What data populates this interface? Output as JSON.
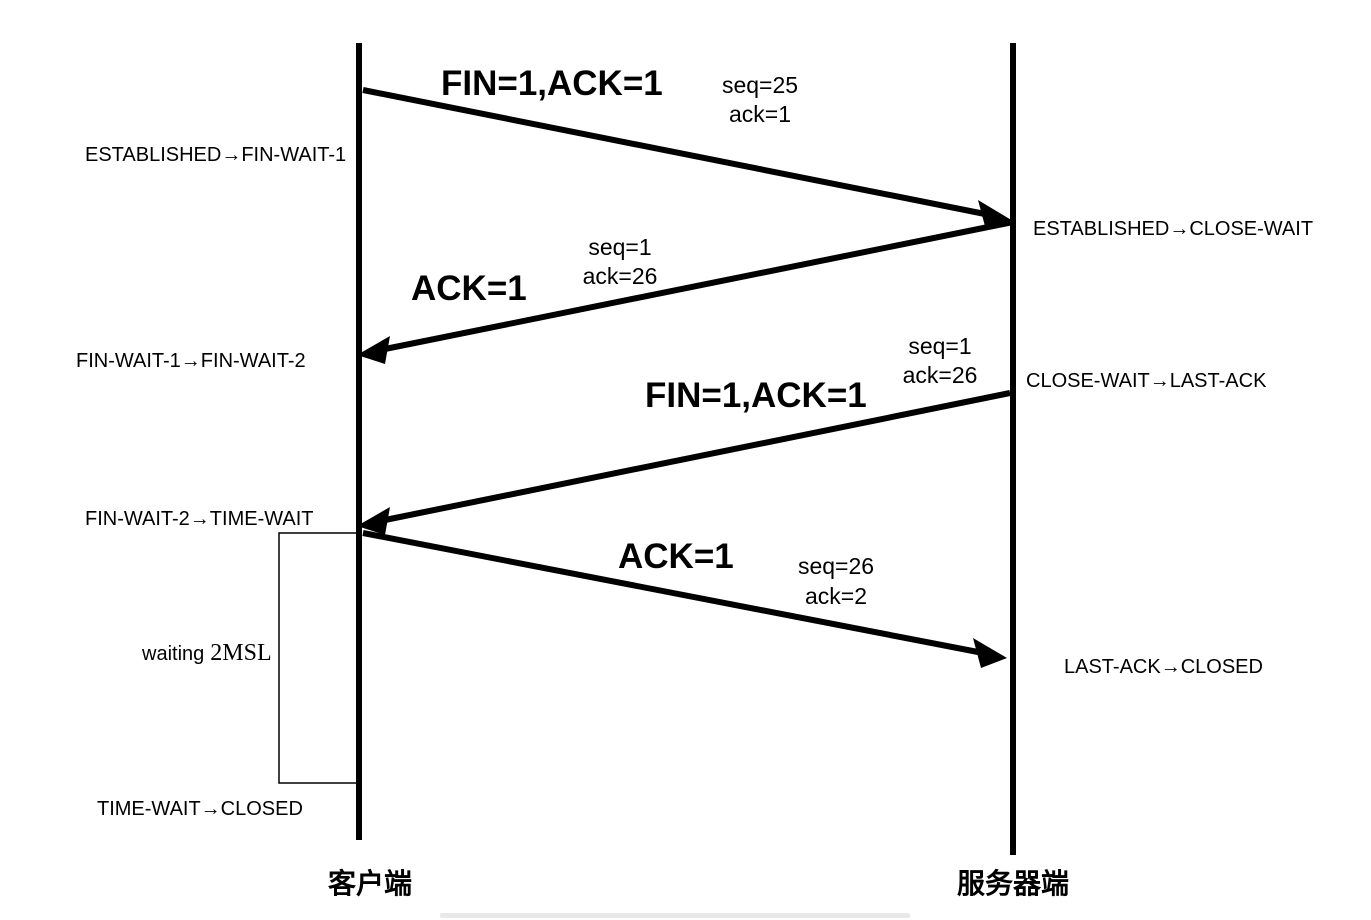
{
  "participants": {
    "client": "客户端",
    "server": "服务器端"
  },
  "messages": [
    {
      "flags": "FIN=1,ACK=1",
      "seq": "seq=25",
      "ack": "ack=1"
    },
    {
      "flags": "ACK=1",
      "seq": "seq=1",
      "ack": "ack=26"
    },
    {
      "flags": "FIN=1,ACK=1",
      "seq": "seq=1",
      "ack": "ack=26"
    },
    {
      "flags": "ACK=1",
      "seq": "seq=26",
      "ack": "ack=2"
    }
  ],
  "client_states": [
    "ESTABLISHED→FIN-WAIT-1",
    "FIN-WAIT-1→FIN-WAIT-2",
    "FIN-WAIT-2→TIME-WAIT",
    "TIME-WAIT→CLOSED"
  ],
  "server_states": [
    "ESTABLISHED→CLOSE-WAIT",
    "CLOSE-WAIT→LAST-ACK",
    "LAST-ACK→CLOSED"
  ],
  "wait": {
    "label": "waiting",
    "value": "2MSL"
  }
}
